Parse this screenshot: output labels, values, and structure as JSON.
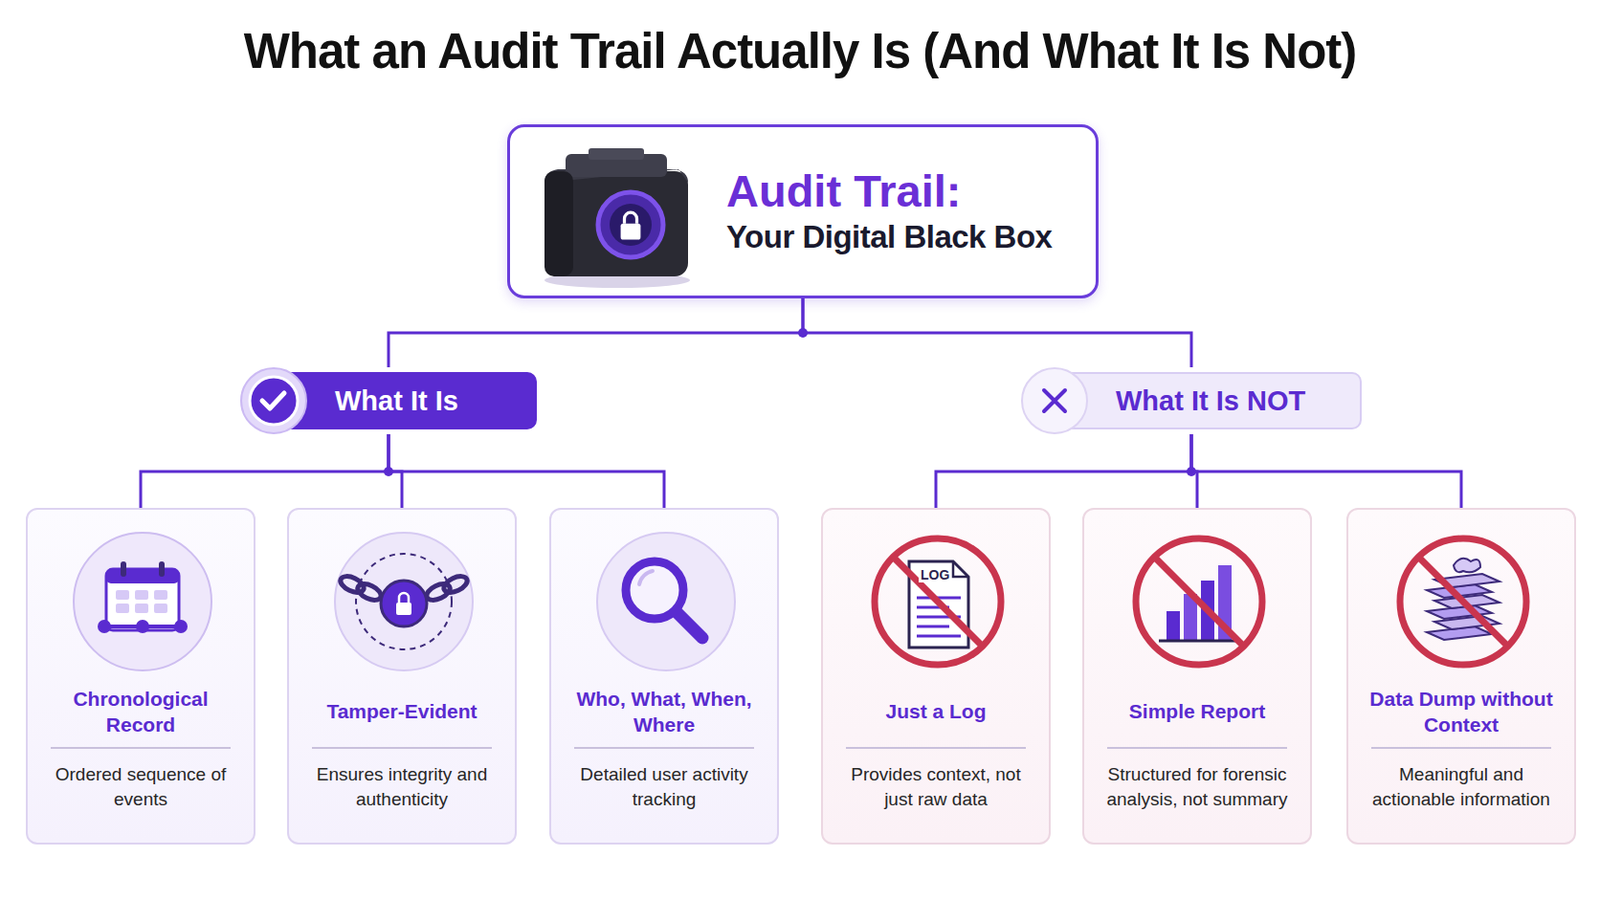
{
  "diagram": {
    "title": "What an Audit Trail Actually Is (And What It Is Not)",
    "nodes": [
      {
        "text": [
          "Audit Trail:",
          "Your Digital Black Box"
        ]
      },
      {
        "text": [
          "What It Is"
        ]
      },
      {
        "text": [
          "What It Is NOT"
        ]
      },
      {
        "text": [
          "Chronological Record",
          "Ordered sequence of events"
        ]
      },
      {
        "text": [
          "Tamper-Evident",
          "Ensures integrity and authenticity"
        ]
      },
      {
        "text": [
          "Who, What, When, Where",
          "Detailed user activity tracking"
        ]
      },
      {
        "text": [
          "Just a Log",
          "Provides context, not just raw data"
        ]
      },
      {
        "text": [
          "Simple Report",
          "Structured for forensic analysis, not summary"
        ]
      },
      {
        "text": [
          "Data Dump without Context",
          "Meaningful and actionable information"
        ]
      }
    ],
    "edges": [
      {
        "from": 0,
        "to": 1,
        "arrow": "none"
      },
      {
        "from": 0,
        "to": 2,
        "arrow": "none"
      },
      {
        "from": 1,
        "to": 3,
        "arrow": "none"
      },
      {
        "from": 1,
        "to": 4,
        "arrow": "none"
      },
      {
        "from": 1,
        "to": 5,
        "arrow": "none"
      },
      {
        "from": 2,
        "to": 6,
        "arrow": "none"
      },
      {
        "from": 2,
        "to": 7,
        "arrow": "none"
      },
      {
        "from": 2,
        "to": 8,
        "arrow": "none"
      }
    ],
    "labels": [
      "LOG"
    ]
  }
}
